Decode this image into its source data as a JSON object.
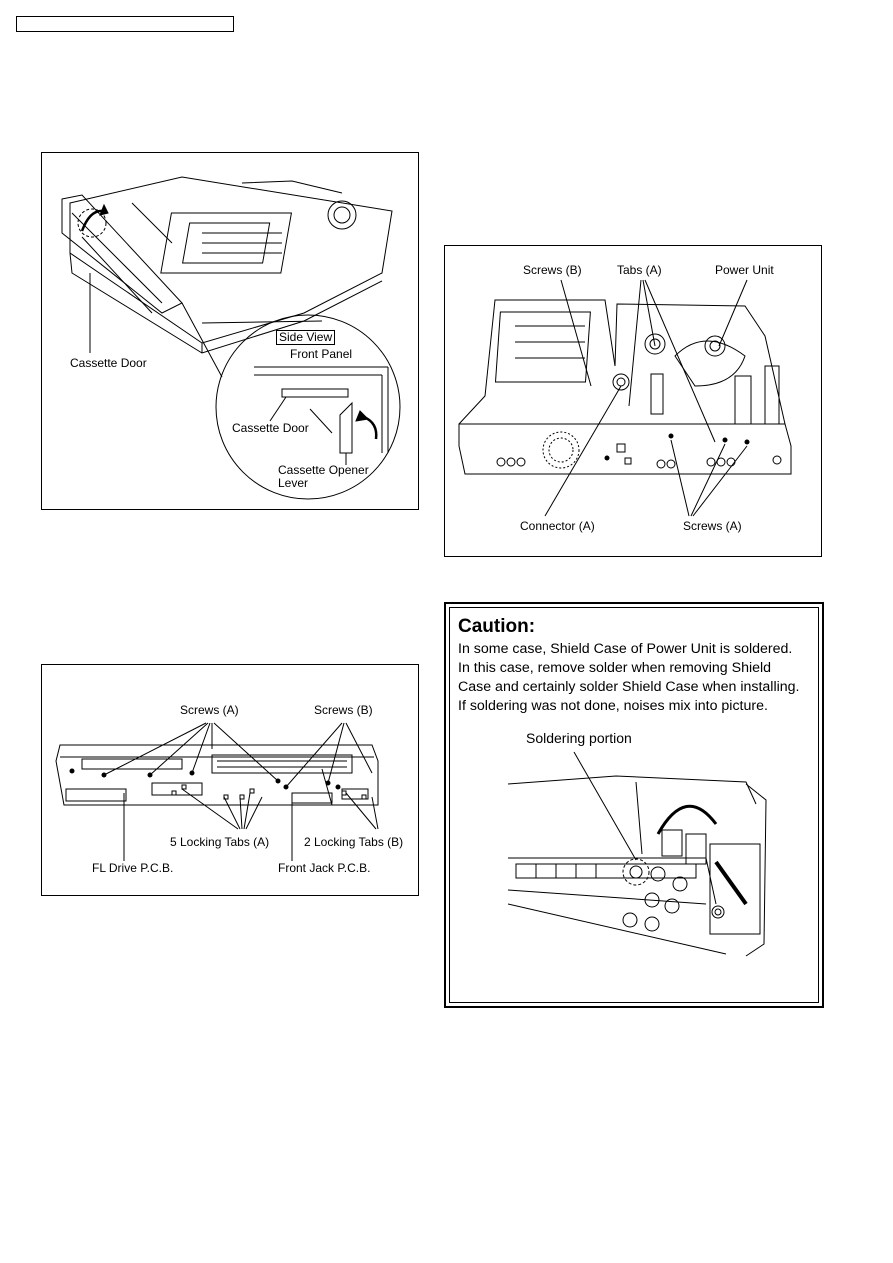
{
  "figure1": {
    "label_cassette_door": "Cassette Door",
    "label_side_view": "Side View",
    "label_front_panel": "Front Panel",
    "label_cassette_door_inset": "Cassette Door",
    "label_opener_1": "Cassette Opener",
    "label_opener_2": "Lever"
  },
  "figure2": {
    "label_screws_a": "Screws (A)",
    "label_screws_b": "Screws (B)",
    "label_locking_a": "5 Locking Tabs (A)",
    "label_locking_b": "2 Locking Tabs (B)",
    "label_fl_drive": "FL Drive P.C.B.",
    "label_front_jack": "Front Jack P.C.B."
  },
  "figure3": {
    "label_screws_b": "Screws (B)",
    "label_tabs_a": "Tabs (A)",
    "label_power_unit": "Power Unit",
    "label_connector_a": "Connector (A)",
    "label_screws_a": "Screws (A)"
  },
  "caution": {
    "title": "Caution:",
    "lines": [
      "In some case, Shield Case of Power Unit is soldered.",
      "In this case, remove solder when removing Shield",
      "Case and certainly solder Shield Case when installing.",
      "If soldering was not done, noises mix into picture."
    ],
    "label_soldering": "Soldering portion"
  }
}
